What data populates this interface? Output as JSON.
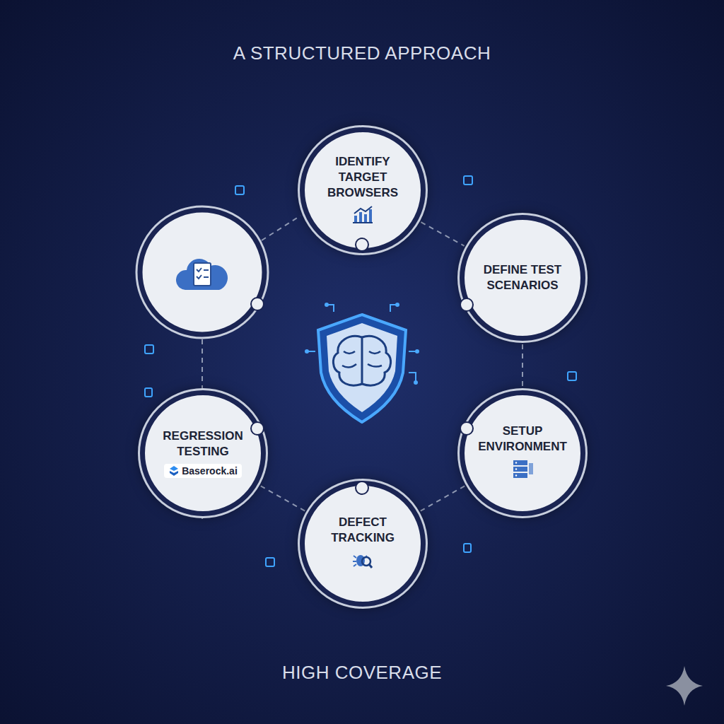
{
  "diagram": {
    "title": "A STRUCTURED APPROACH",
    "caption": "HIGH COVERAGE",
    "nodes": [
      {
        "text": [
          "IDENTIFY TARGET BROWSERS"
        ]
      },
      {
        "text": [
          "DEFINE TEST SCENARIOS"
        ]
      },
      {
        "text": [
          "SETUP ENVIRONMENT"
        ]
      },
      {
        "text": [
          "DEFECT TRACKING"
        ]
      },
      {
        "text": [
          "REGRESSION TESTING",
          "Baserock.ai"
        ]
      }
    ],
    "edges": [
      {
        "from": 0,
        "to": 1,
        "arrow": "none"
      },
      {
        "from": 1,
        "to": 2,
        "arrow": "none"
      },
      {
        "from": 2,
        "to": 3,
        "arrow": "none"
      },
      {
        "from": 3,
        "to": 4,
        "arrow": "none"
      }
    ]
  }
}
